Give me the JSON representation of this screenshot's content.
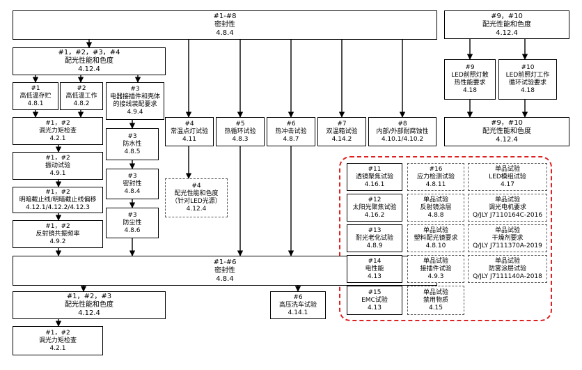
{
  "nodes": {
    "n_top": {
      "line1": "#1-#8",
      "line2": "密封性",
      "line3": "4.8.4"
    },
    "n_c1234": {
      "line1": "#1，#2，#3，#4",
      "line2": "配光性能和色度",
      "line3": "4.12.4"
    },
    "n_1a": {
      "line1": "#1",
      "line2": "高低温存贮",
      "line3": "4.8.1"
    },
    "n_2a": {
      "line1": "#2",
      "line2": "高低温工作",
      "line3": "4.8.2"
    },
    "n_3a": {
      "line1": "#3",
      "line2": "电器接插件和壳体",
      "line3": "的接线装配要求",
      "line4": "4.9.4"
    },
    "n_12a": {
      "line1": "#1，#2",
      "line2": "调光力矩检查",
      "line3": "4.2.1"
    },
    "n_12b": {
      "line1": "#1，#2",
      "line2": "振动试验",
      "line3": "4.9.1"
    },
    "n_12c": {
      "line1": "#1，#2",
      "line2": "明暗截止线/明暗截止线偏移",
      "line3": "4.12.1/4.12.2/4.12.3"
    },
    "n_12d": {
      "line1": "#1，#2",
      "line2": "反射镜共振频率",
      "line3": "4.9.2"
    },
    "n_3b": {
      "line1": "#3",
      "line2": "防水性",
      "line3": "4.8.5"
    },
    "n_3c": {
      "line1": "#3",
      "line2": "密封性",
      "line3": "4.8.4"
    },
    "n_3d": {
      "line1": "#3",
      "line2": "防尘性",
      "line3": "4.8.6"
    },
    "n_4": {
      "line1": "#4",
      "line2": "常温点灯试验",
      "line3": "4.11"
    },
    "n_5": {
      "line1": "#5",
      "line2": "热循环试验",
      "line3": "4.8.3"
    },
    "n_6": {
      "line1": "#6",
      "line2": "热冲击试验",
      "line3": "4.8.7"
    },
    "n_7": {
      "line1": "#7",
      "line2": "双温箱试验",
      "line3": "4.14.2"
    },
    "n_8": {
      "line1": "#8",
      "line2": "内部/外部耐腐蚀性",
      "line3": "4.10.1/4.10.2"
    },
    "n_4b": {
      "line1": "#4",
      "line2": "配光性能和色度",
      "line3": "（针对LED光源）",
      "line4": "4.12.4"
    },
    "n_16": {
      "line1": "#1-#6",
      "line2": "密封性",
      "line3": "4.8.4"
    },
    "n_123": {
      "line1": "#1，#2，#3",
      "line2": "配光性能和色度",
      "line3": "4.12.4"
    },
    "n_6b": {
      "line1": "#6",
      "line2": "高压洗车试验",
      "line3": "4.14.1"
    },
    "n_12e": {
      "line1": "#1，#2",
      "line2": "调光力矩检查",
      "line3": "4.2.1"
    },
    "n_910": {
      "line1": "#9，#10",
      "line2": "配光性能和色度",
      "line3": "4.12.4"
    },
    "n_9": {
      "line1": "#9",
      "line2": "LED前照灯散",
      "line3": "热性能要求",
      "line4": "4.18"
    },
    "n_10": {
      "line1": "#10",
      "line2": "LED前照灯工作",
      "line3": "循环试验要求",
      "line4": "4.18"
    },
    "n_910b": {
      "line1": "#9，#10",
      "line2": "配光性能和色度",
      "line3": "4.12.4"
    },
    "n_11": {
      "line1": "#11",
      "line2": "透镜聚焦试验",
      "line3": "4.16.1"
    },
    "n_12": {
      "line1": "#12",
      "line2": "太阳光聚焦试验",
      "line3": "4.16.2"
    },
    "n_13": {
      "line1": "#13",
      "line2": "耐光老化试验",
      "line3": "4.8.9"
    },
    "n_14": {
      "line1": "#14",
      "line2": "电性能",
      "line3": "4.13"
    },
    "n_15": {
      "line1": "#15",
      "line2": "EMC试验",
      "line3": "4.13"
    },
    "n_16b": {
      "line1": "#16",
      "line2": "应力检测试验",
      "line3": "4.8.11"
    },
    "n_s1": {
      "line1": "单品试验",
      "line2": "反射镜涂层",
      "line3": "4.8.8"
    },
    "n_s2": {
      "line1": "单品试验",
      "line2": "塑料配光镜要求",
      "line3": "4.8.10"
    },
    "n_s3": {
      "line1": "单品试验",
      "line2": "接插件试验",
      "line3": "4.9.3"
    },
    "n_s4": {
      "line1": "单品试验",
      "line2": "禁用物质",
      "line3": "4.15"
    },
    "n_s5": {
      "line1": "单品试验",
      "line2": "LED模组试验",
      "line3": "4.17"
    },
    "n_s6": {
      "line1": "单品试验",
      "line2": "调光电机要求",
      "line3": "Q/JLY J7110164C-2016"
    },
    "n_s7": {
      "line1": "单品试验",
      "line2": "干燥剂要求",
      "line3": "Q/JLY J7111370A-2019"
    },
    "n_s8": {
      "line1": "单品试验",
      "line2": "防雾涂层试验",
      "line3": "Q/JLY J7111140A-2018"
    }
  }
}
